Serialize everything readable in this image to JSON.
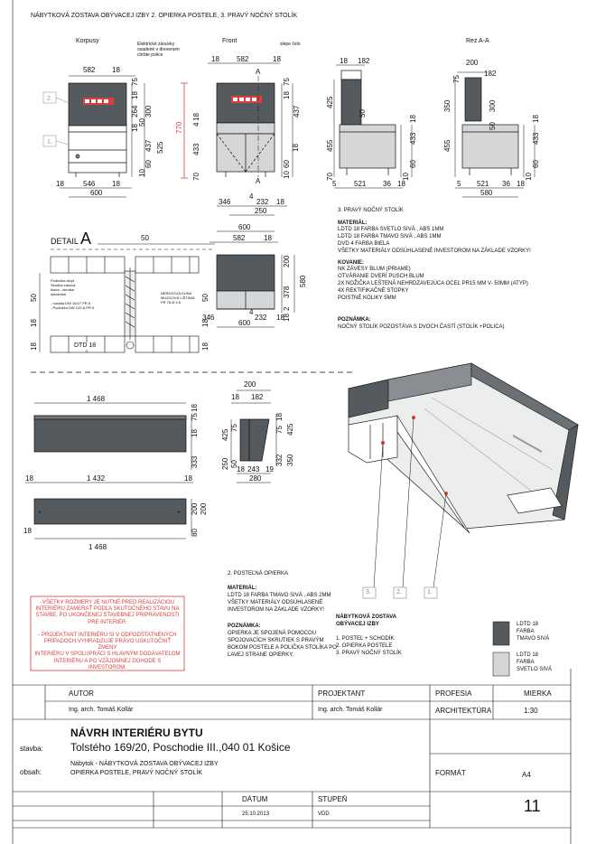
{
  "header_title": "NÁBYTKOVÁ ZOSTAVA OBÝVACEJ IZBY  2. OPIERKA POSTELE, 3. PRAVÝ NOČNÝ STOLÍK",
  "views": {
    "korpusy": "Korpusy",
    "front": "Front",
    "rez": "Rez A-A",
    "detail": "DETAIL",
    "detail_letter": "A",
    "callout_drawers": "Elektrické zásuvky\nosadené v drevenom\nchrbte police",
    "callout_slepe": "slepe čelo",
    "section_mark": "A"
  },
  "dims": {
    "korpusy_top": [
      "582",
      "18"
    ],
    "korpusy_right": [
      "75",
      "18",
      "264",
      "50",
      "18",
      "300",
      "437",
      "525",
      "60",
      "10"
    ],
    "korpusy_bottom": [
      "18",
      "546",
      "18",
      "600"
    ],
    "red_770": "770",
    "front_top": [
      "582",
      "18",
      "18"
    ],
    "front_right": [
      "75",
      "18",
      "437",
      "4",
      "18",
      "433",
      "60",
      "10",
      "70"
    ],
    "front_bottom": [
      "346",
      "4",
      "232",
      "18",
      "250"
    ],
    "side_a": [
      "18",
      "182",
      "425",
      "50",
      "455",
      "433",
      "60",
      "18",
      "10",
      "70",
      "5",
      "521",
      "36",
      "18"
    ],
    "side_b": [
      "200",
      "75",
      "182",
      "350",
      "300",
      "18",
      "50",
      "455",
      "433",
      "60",
      "10",
      "5",
      "521",
      "36",
      "18",
      "580"
    ],
    "front2": [
      "600",
      "582",
      "18",
      "200",
      "2",
      "378",
      "580",
      "4",
      "18",
      "346",
      "4",
      "232",
      "18",
      "600"
    ],
    "detail": [
      "50",
      "50",
      "18",
      "18"
    ],
    "detail_material": "DTD 18",
    "headboard": [
      "1 468",
      "18",
      "75",
      "333",
      "18",
      "1 432",
      "18",
      "200",
      "200",
      "80",
      "18",
      "1 468"
    ],
    "headboard_side": [
      "200",
      "18",
      "182",
      "425",
      "75",
      "18",
      "332",
      "350",
      "250",
      "50",
      "18",
      "243",
      "19",
      "280",
      "75",
      "425",
      "18",
      "200",
      "18"
    ]
  },
  "legend_tags": [
    "1.",
    "2."
  ],
  "detail_notes": {
    "left": "Podložka skryt\nSkrutka zakuvá\nhlava - skrutka\nsklodrská\n\n- nosidla DW 16/27 PR.5\n- Podložka DW 120-A PR.5",
    "right": "NEREZOVÁ KUNA\nMUZGOVÁ LIŠTINIA\nPR 78 Ø 4,5"
  },
  "stolik": {
    "title": "3. PRAVÝ NOČNÝ STOLÍK",
    "material_h": "MATERIÁL:",
    "material": [
      "LDTD 18 FARBA SVETLO SIVÁ , ABS 1MM",
      "LDTD 18 FARBA TMAVO SIVÁ , ABS 1MM",
      "DVD 4 FARBA BIELA",
      "VŠETKY MATERIÁLY ODSÚHLASENÉ INVESTOROM NA ZÁKLADE VZORKY!"
    ],
    "kovanie_h": "KOVANIE:",
    "kovanie": [
      "NK ZÁVESY BLUM  (PRIAME)",
      "OTVÁRANIE DVERÍ PUSCH BLUM",
      "2X NOŽIČKA LEŠTENÁ NEHRDZAVEJÚCA OCEĽ  PR15 MM V- 50MM (ATYP)",
      "4X REKTIFIKAČNÉ STOPKY",
      "POISTNÉ KOLIKY 5MM"
    ],
    "poznamka_h": "POZNÁMKA:",
    "poznamka": [
      "NOČNÝ STOLÍK POZOSTÁVA S DVOCH ČASTÍ (STOLÍK +POLICA)"
    ]
  },
  "opierka": {
    "title": "2. POSTEĽNÁ OPIERKA",
    "material_h": "MATERIÁL:",
    "material": [
      "LDTD 18 FARBA TMAVO SIVÁ , ABS 2MM",
      "VŠETKY MATERIÁLY ODSÚHLASENÉ",
      "INVESTOROM NA ZÁKLADE VZORKY!"
    ],
    "poznamka_h": "POZNÁMKA:",
    "poznamka": [
      "OPIERKA JE SPOJENÁ POMOCOU",
      "SPOJOVACÍCH SKRUTIEK S PRAVÝM",
      "BOKOM POSTELE A POLIČKA STOLÍKA PO",
      "ĽAVEJ STRANE OPIERKY."
    ]
  },
  "warning": [
    "-VŠETKY ROZMERY JE NUTNÉ PRED REALIZÁCIOU",
    "INTERIÉRU ZAMERAŤ PODĽA SKUTOČNÉHO  STAVU NA",
    "STAVBE, PO UKONČENEJ STAVEBNEJ PRIPRAVENOSTI",
    "PRE INTERIÉR.",
    "",
    "- PROJEKTANT INTERIÉRU SI V ODPODSTATNENÝCH",
    "PRÍPADOCH VYHRADZUJE PRÁVO USKUTOČNIŤ ZMENY",
    "INTERIÉRU V SPOLUPRÁCI S HLAVNÝM DODÁVATEĽOM",
    "INTERIÉRU A PO VZÁJOMNEJ DOHODE S INVESTOROM."
  ],
  "iso_labels": [
    "3.",
    "2.",
    "1."
  ],
  "zostava": {
    "title": [
      "NÁBYTKOVÁ ZOSTAVA",
      "OBÝVACEJ IZBY"
    ],
    "items": [
      "1. POSTEĽ + SCHODÍK",
      "2. OPIERKA POSTELE",
      "3. PRAVÝ NOČNÝ STOLÍK"
    ]
  },
  "legend": [
    {
      "label": [
        "LDTD 18",
        "FARBA",
        "TMAVO SIVÁ"
      ],
      "color": "#555a5f"
    },
    {
      "label": [
        "LDTD 18",
        "FARBA",
        "SVETLO SIVÁ"
      ],
      "color": "#d4d6d8"
    }
  ],
  "titleblock": {
    "autor_h": "AUTOR",
    "autor": "Ing. arch. Tomáš Kollár",
    "projektant_h": "PROJEKTANT",
    "projektant": "Ing. arch. Tomáš Kollár",
    "profesia_h": "PROFESIA",
    "profesia": "ARCHITEKTÚRA",
    "mierka_h": "MIERKA",
    "mierka": "1:30",
    "project_title": "NÁVRH INTERIÉRU BYTU",
    "stavba_h": "stavba:",
    "stavba": "Tolstého 169/20, Poschodie III.,040 01 Košice",
    "obsah_h": "obsah:",
    "obsah": [
      "Nábytok - NÁBYTKOVÁ ZOSTAVA OBÝVACEJ IZBY",
      "OPIERKA POSTELE, PRAVÝ NOČNÝ STOLÍK"
    ],
    "format_h": "FORMÁT",
    "format": "A4",
    "datum_h": "DÁTUM",
    "datum": "25.10.2013",
    "stupen_h": "STUPEŇ",
    "stupen": "VDD",
    "sheet": "11"
  },
  "colors": {
    "dark": "#555a5f",
    "light": "#d4d6d8",
    "red": "#d9403a"
  }
}
